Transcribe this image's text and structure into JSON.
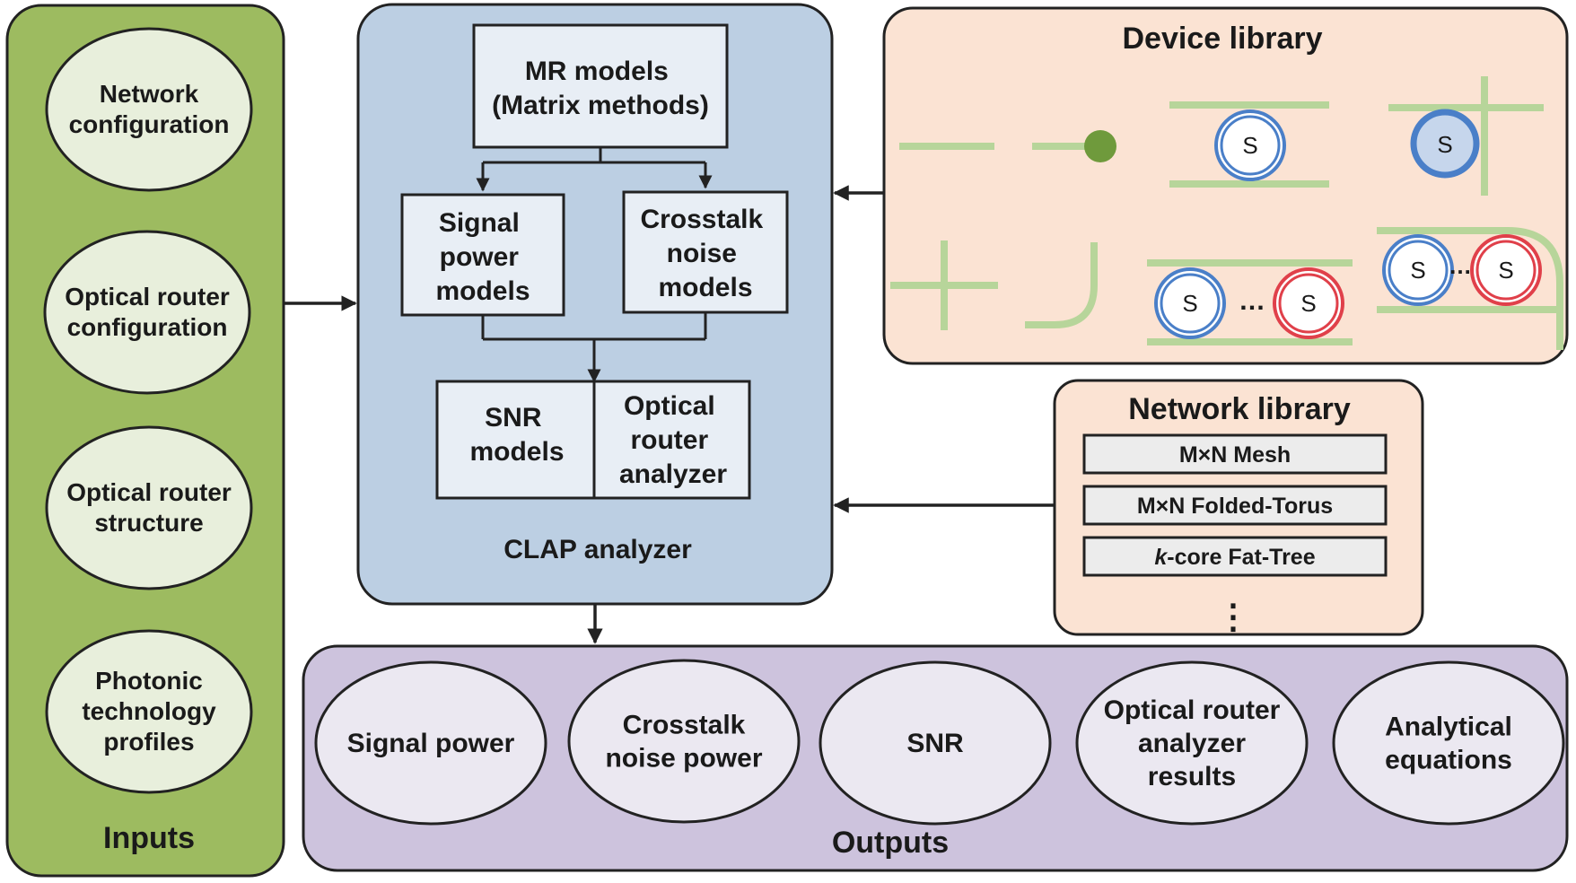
{
  "inputs": {
    "title": "Inputs",
    "items": [
      [
        "Network",
        "configuration"
      ],
      [
        "Optical router",
        "configuration"
      ],
      [
        "Optical router",
        "structure"
      ],
      [
        "Photonic",
        "technology",
        "profiles"
      ]
    ]
  },
  "clap": {
    "title": "CLAP analyzer",
    "mr_models": [
      "MR models",
      "(Matrix methods)"
    ],
    "signal_power_models": [
      "Signal",
      "power",
      "models"
    ],
    "crosstalk_models": [
      "Crosstalk",
      "noise",
      "models"
    ],
    "snr_models": [
      "SNR",
      "models"
    ],
    "router_analyzer": [
      "Optical",
      "router",
      "analyzer"
    ]
  },
  "device_library": {
    "title": "Device library",
    "switch_label": "S",
    "ellipsis": "…"
  },
  "network_library": {
    "title": "Network library",
    "items": [
      {
        "pre": "",
        "italic": "",
        "post": "M×N Mesh"
      },
      {
        "pre": "",
        "italic": "",
        "post": "M×N Folded-Torus"
      },
      {
        "pre": "",
        "italic": "k",
        "post": "-core Fat-Tree"
      }
    ],
    "more": "⋮"
  },
  "outputs": {
    "title": "Outputs",
    "items": [
      [
        "Signal power"
      ],
      [
        "Crosstalk",
        "noise power"
      ],
      [
        "SNR"
      ],
      [
        "Optical router",
        "analyzer",
        "results"
      ],
      [
        "Analytical",
        "equations"
      ]
    ]
  },
  "colors": {
    "inputs_fill": "#9dbb60",
    "inputs_ellipse": "#e8efdc",
    "clap_fill": "#bccfe3",
    "box_fill": "#e8eef5",
    "library_fill": "#fbe3d3",
    "outputs_fill": "#cdc3dd",
    "outputs_ellipse": "#ebe8f1",
    "waveguide": "#b7d59a",
    "terminator": "#6f9a3c",
    "ring_blue": "#4a7fc8",
    "ring_red": "#e0404a",
    "stroke": "#222222"
  }
}
